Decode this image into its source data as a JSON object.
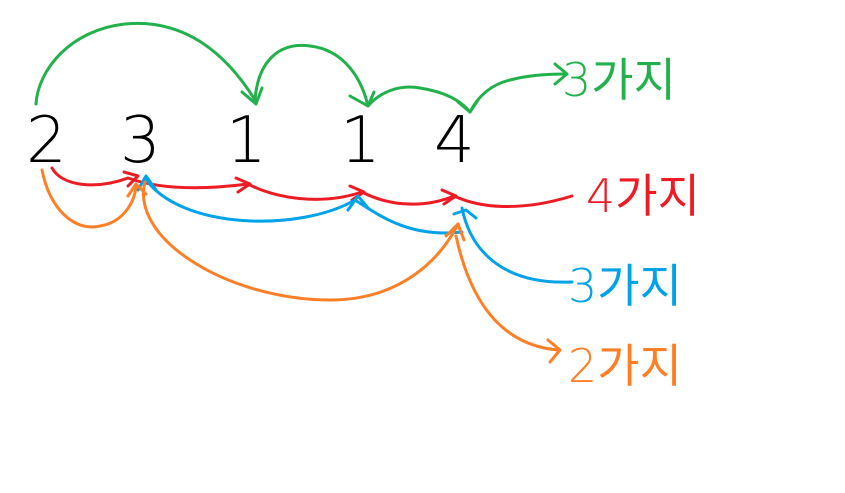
{
  "digits": [
    "2",
    "3",
    "1",
    "1",
    "4"
  ],
  "paths": [
    {
      "color": "#22b14c",
      "result": "3가지",
      "prefix": "→"
    },
    {
      "color": "#ed1c24",
      "result": "4가지",
      "prefix": "→"
    },
    {
      "color": "#00a2e8",
      "result": "3가지",
      "prefix": "↗"
    },
    {
      "color": "#ff7f27",
      "result": "2가지",
      "prefix": "↗"
    }
  ],
  "background": "#ffffff",
  "ink": "#000000"
}
